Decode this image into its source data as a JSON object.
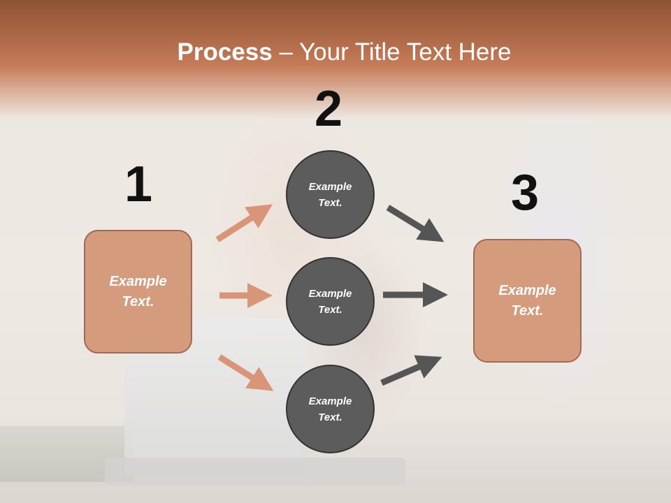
{
  "title": {
    "bold": "Process",
    "rest": " – Your Title Text Here"
  },
  "steps": [
    {
      "number": "1",
      "text": "Example\nText."
    },
    {
      "number": "2",
      "items": [
        "Example\nText.",
        "Example\nText.",
        "Example\nText."
      ]
    },
    {
      "number": "3",
      "text": "Example\nText."
    }
  ],
  "colors": {
    "header": "#c57b57",
    "box_fill": "#d59b7d",
    "box_border": "#9d6a55",
    "circle_fill": "#5c5c5c",
    "arrow_orange": "#d89577",
    "arrow_gray": "#555555"
  }
}
